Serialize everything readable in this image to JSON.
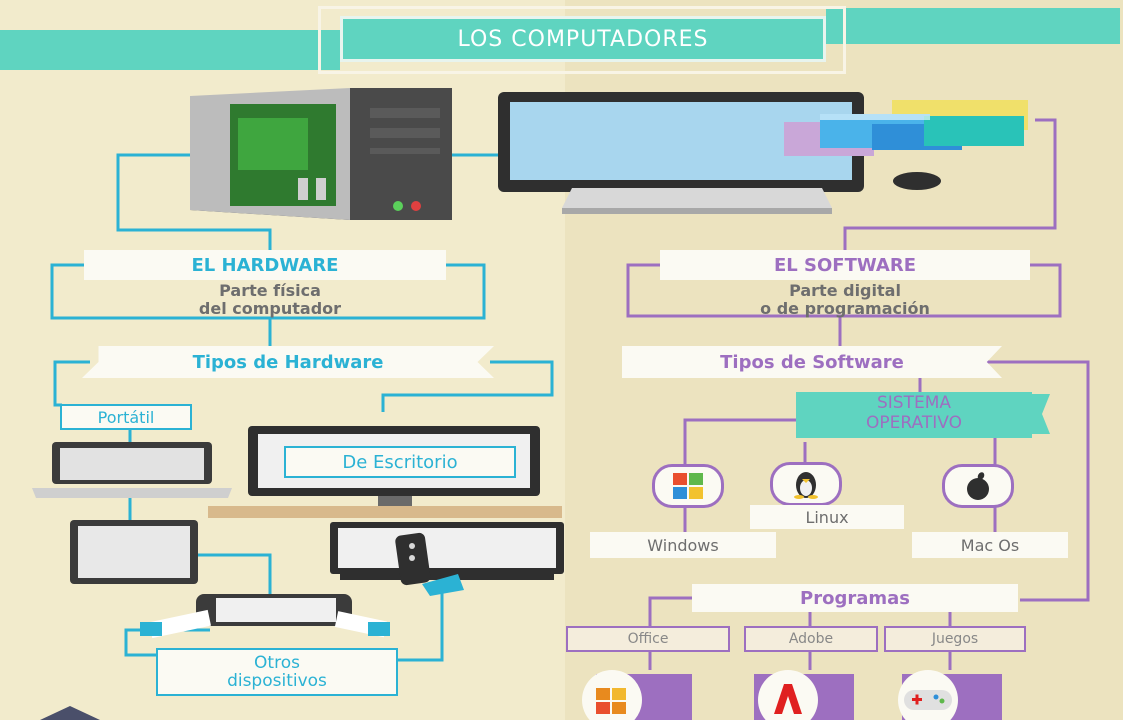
{
  "title": "LOS COMPUTADORES",
  "hardware": {
    "heading": "EL HARDWARE",
    "desc_line1": "Parte física",
    "desc_line2": "del computador",
    "types_heading": "Tipos de Hardware",
    "portatil": "Portátil",
    "escritorio": "De Escritorio",
    "otros_line1": "Otros",
    "otros_line2": "dispositivos"
  },
  "software": {
    "heading": "EL SOFTWARE",
    "desc_line1": "Parte digital",
    "desc_line2": "o de programación",
    "types_heading": "Tipos de Software",
    "so_line1": "SISTEMA",
    "so_line2": "OPERATIVO",
    "os": [
      "Windows",
      "Linux",
      "Mac Os"
    ],
    "programas_heading": "Programas",
    "programas": [
      "Office",
      "Adobe",
      "Juegos"
    ]
  },
  "colors": {
    "teal": "#5fd4c0",
    "cyan": "#2bb2d4",
    "purple": "#9d6fc0",
    "background": "#efe6c3"
  },
  "icons": [
    "tower-pc-icon",
    "monitor-icon",
    "keyboard-icon",
    "mouse-icon",
    "windows-logo-icon",
    "linux-penguin-icon",
    "apple-logo-icon",
    "office-logo-icon",
    "adobe-logo-icon",
    "gamepad-icon",
    "laptop-icon",
    "tablet-icon",
    "handheld-console-icon",
    "tv-icon",
    "remote-control-icon",
    "desktop-monitor-icon"
  ]
}
